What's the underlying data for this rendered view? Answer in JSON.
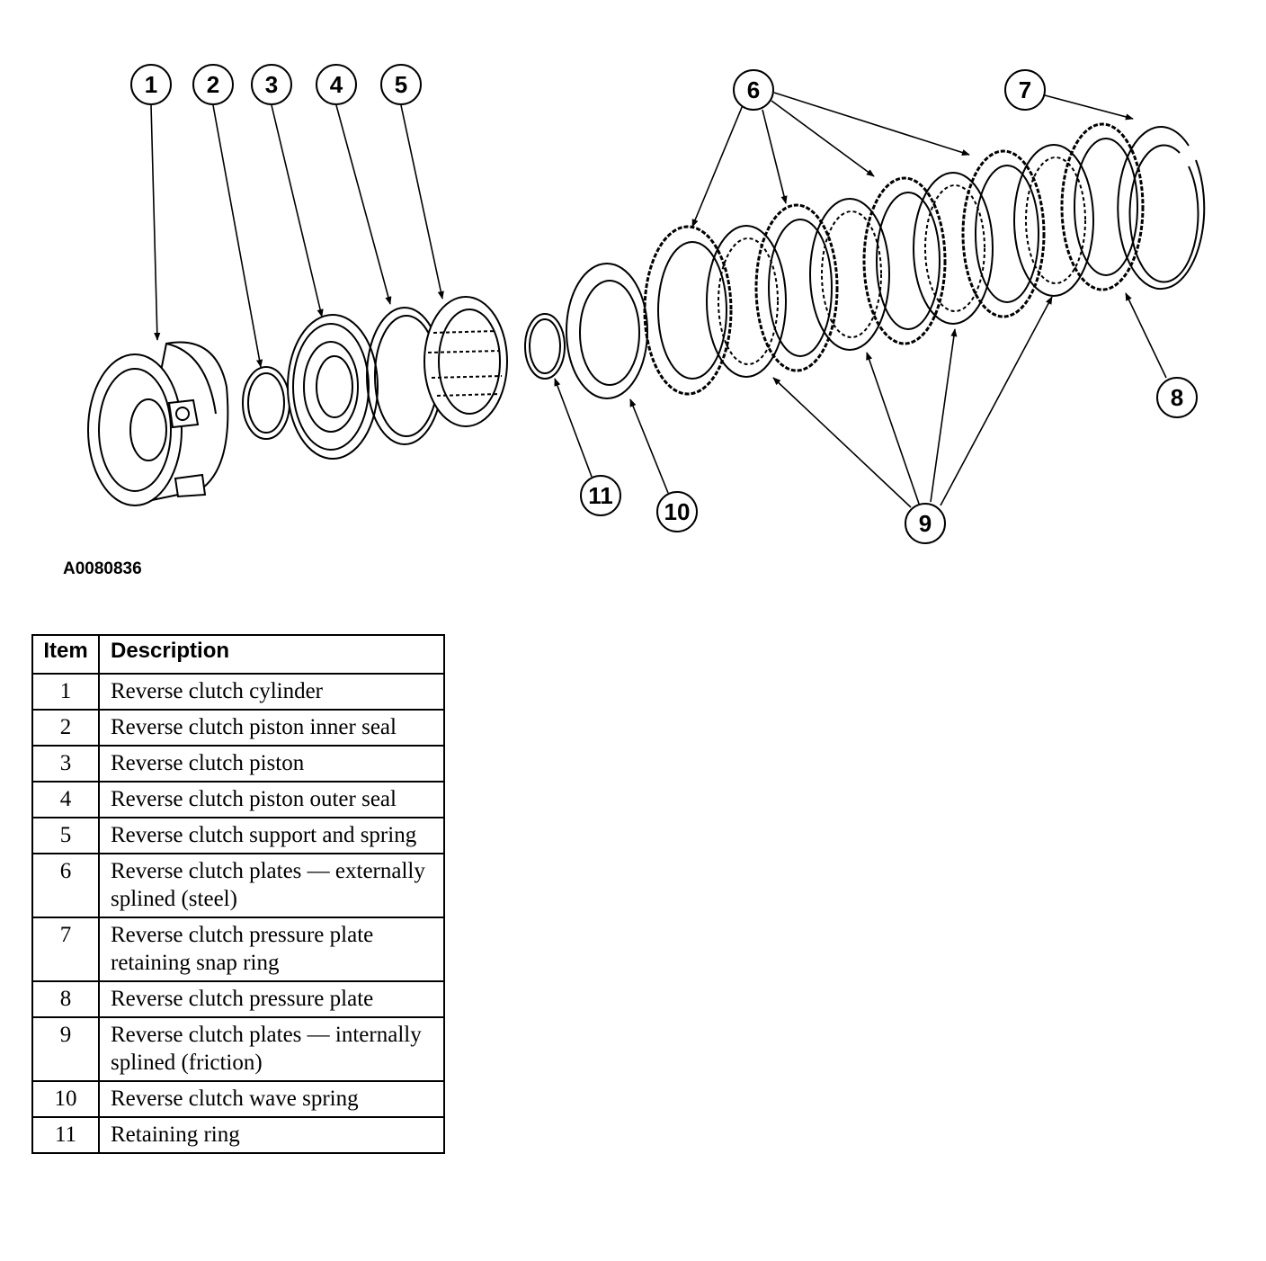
{
  "figure_id": "A0080836",
  "callouts": [
    "1",
    "2",
    "3",
    "4",
    "5",
    "6",
    "7",
    "8",
    "9",
    "10",
    "11"
  ],
  "table": {
    "headers": {
      "item": "Item",
      "description": "Description"
    },
    "rows": [
      {
        "item": "1",
        "description": "Reverse clutch cylinder"
      },
      {
        "item": "2",
        "description": "Reverse clutch piston inner seal"
      },
      {
        "item": "3",
        "description": "Reverse clutch piston"
      },
      {
        "item": "4",
        "description": "Reverse clutch piston outer seal"
      },
      {
        "item": "5",
        "description": "Reverse clutch support and spring"
      },
      {
        "item": "6",
        "description": "Reverse clutch plates — externally splined (steel)"
      },
      {
        "item": "7",
        "description": "Reverse clutch pressure plate retaining snap ring"
      },
      {
        "item": "8",
        "description": "Reverse clutch pressure plate"
      },
      {
        "item": "9",
        "description": "Reverse clutch plates — internally splined (friction)"
      },
      {
        "item": "10",
        "description": "Reverse clutch wave spring"
      },
      {
        "item": "11",
        "description": "Retaining ring"
      }
    ]
  }
}
